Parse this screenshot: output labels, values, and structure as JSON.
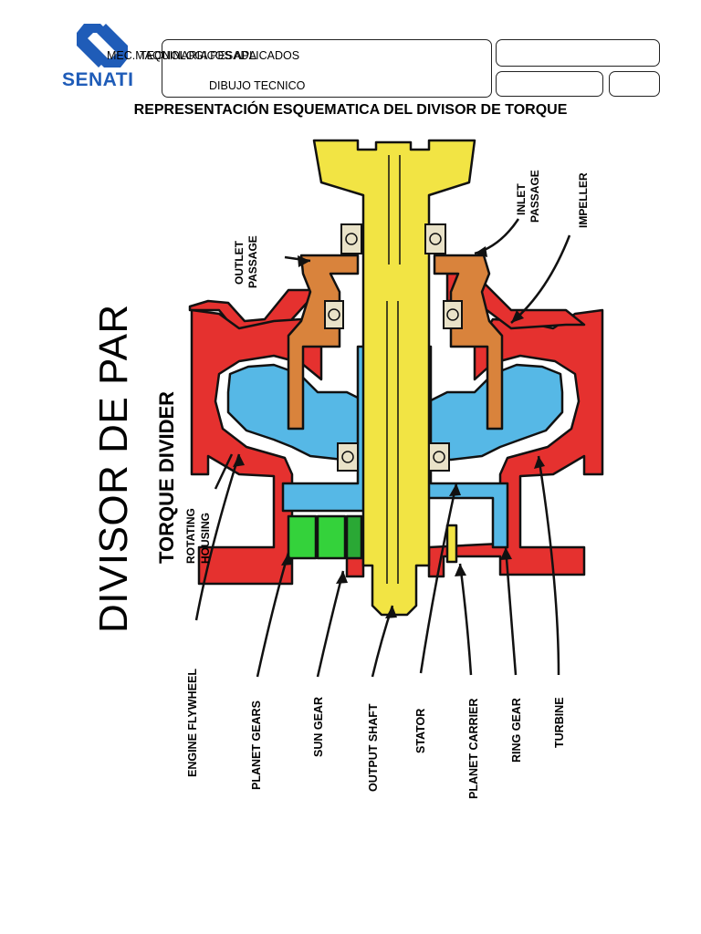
{
  "header": {
    "logo_text": "SENATI",
    "line1_overlap": "MEC.MAQUINARIA PESADA",
    "line1_main": "TECNOLOGICOS APLICADOS",
    "line2": "DIBUJO TECNICO"
  },
  "title": "REPRESENTACIÓN ESQUEMATICA DEL DIVISOR DE TORQUE",
  "figure": {
    "main_title": "DIVISOR DE PAR",
    "subtitle": "TORQUE DIVIDER",
    "top_labels": {
      "outlet": [
        "OUTLET",
        "PASSAGE"
      ],
      "inlet": [
        "INLET",
        "PASSAGE"
      ],
      "impeller": "IMPELLER",
      "rotating": [
        "ROTATING",
        "HOUSING"
      ]
    },
    "bottom_labels": [
      "ENGINE FLYWHEEL",
      "PLANET GEARS",
      "SUN GEAR",
      "OUTPUT SHAFT",
      "STATOR",
      "PLANET CARRIER",
      "RING GEAR",
      "TURBINE"
    ],
    "colors": {
      "housing": "#e5312f",
      "turbine": "#56b8e6",
      "shaft": "#f2e444",
      "stator": "#d9833c",
      "planet": "#34d23b",
      "bearing": "#e9e2c8"
    }
  }
}
